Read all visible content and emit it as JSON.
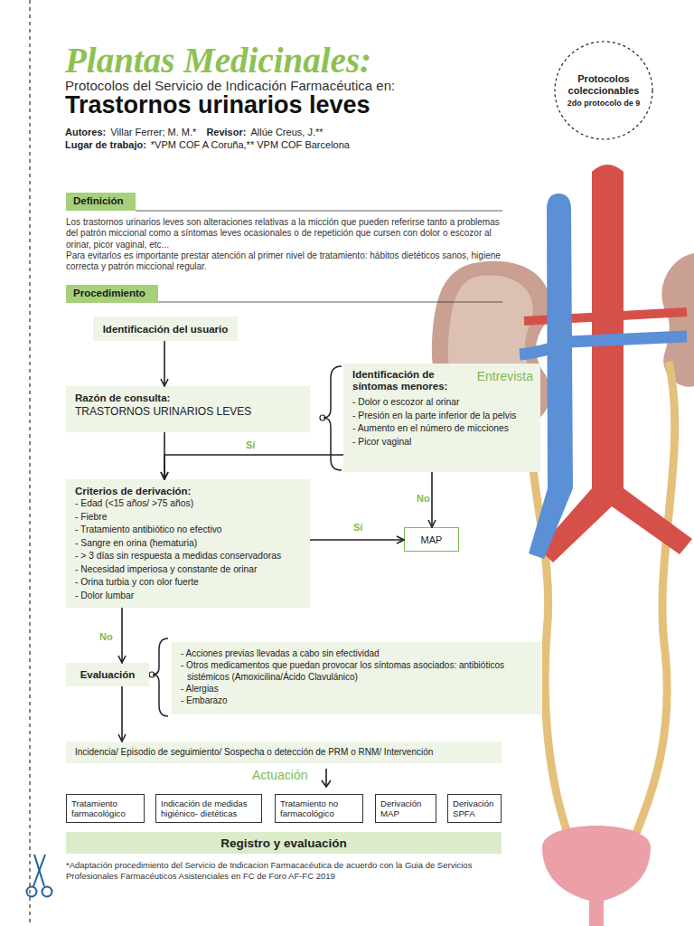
{
  "diagram": {
    "title": "Plantas Medicinales:",
    "caption": "*Adaptación procedimiento del Servicio de Indicacion Farmacacéutica de acuerdo con la Guia de Servicios Profesionales Farmacéuticos Asistenciales en FC de Foro AF-FC 2019",
    "nodes": [
      {
        "text": [
          "Protocolos coleccionables",
          "2do protocolo de 9"
        ]
      },
      {
        "text": [
          "Definición"
        ]
      },
      {
        "text": [
          "Procedimiento"
        ]
      },
      {
        "text": [
          "Identificación del usuario"
        ]
      },
      {
        "text": [
          "Razón de consulta:",
          "TRASTORNOS URINARIOS LEVES"
        ]
      },
      {
        "text": [
          "Entrevista",
          "Identificación de síntomas menores:",
          "- Dolor o escozor al orinar",
          "- Presión en la parte inferior de la pelvis",
          "- Aumento en el número de micciones",
          "- Picor vaginal"
        ]
      },
      {
        "text": [
          "Criterios de derivación:",
          "- Edad (<15 años/  >75 años)",
          "- Fiebre",
          "- Tratamiento antibiótico no efectivo",
          "- Sangre en orina (hematuria)",
          "- > 3 días sin respuesta a medidas conservadoras",
          "- Necesidad imperiosa y constante de orinar",
          "- Orina turbia y con olor fuerte",
          "- Dolor lumbar"
        ]
      },
      {
        "text": [
          "MAP"
        ]
      },
      {
        "text": [
          "Evaluación"
        ]
      },
      {
        "text": [
          "- Acciones previas llevadas a cabo sin efectividad",
          "- Otros medicamentos que puedan provocar los síntomas asociados: antibióticos sistémicos (Amoxicilina/Ácido Clavulánico)",
          "- Alergias",
          "- Embarazo"
        ]
      },
      {
        "text": [
          "Incidencia/ Episodio de seguimiento/ Sospecha o detección de PRM o RNM/ Intervención"
        ]
      },
      {
        "text": [
          "Tratamiento farmacológico"
        ]
      },
      {
        "text": [
          "Indicación de medidas higiénico- dietéticas"
        ]
      },
      {
        "text": [
          "Tratamiento no farmacológico"
        ]
      },
      {
        "text": [
          "Derivación MAP"
        ]
      },
      {
        "text": [
          "Derivación SPFA"
        ]
      },
      {
        "text": [
          "Registro y evaluación"
        ]
      }
    ],
    "edges": [
      {
        "from": 3,
        "to": 4,
        "arrow": "to"
      },
      {
        "from": 4,
        "to": 6,
        "arrow": "to"
      },
      {
        "from": 5,
        "to": 6,
        "label": "Sí",
        "arrow": "to"
      },
      {
        "from": 5,
        "to": 7,
        "label": "No",
        "arrow": "to"
      },
      {
        "from": 6,
        "to": 7,
        "label": "Sí",
        "arrow": "to"
      },
      {
        "from": 6,
        "to": 8,
        "label": "No",
        "arrow": "to"
      },
      {
        "from": 8,
        "to": 10,
        "arrow": "to"
      }
    ],
    "labels": [
      "Protocolos del Servicio de Indicación Farmacéutica en:",
      "Trastornos urinarios leves",
      "Autores:",
      "Villar Ferrer; M. M.*",
      "Revisor:",
      "Allúe Creus, J.**",
      "Lugar de trabajo:",
      "*VPM COF A Coruña,** VPM COF Barcelona",
      "Los trastornos urinarios leves son alteraciones relativas a la micción que pueden referirse tanto a problemas del patrón miccional como a síntomas leves ocasionales o de repetición que cursen con dolor o escozor al orinar, picor vaginal, etc...",
      "Para evitarlos es importante prestar atención al primer nivel de tratamiento: hábitos dietéticos sanos, higiene correcta y patrón miccional regular.",
      "Actuación"
    ]
  }
}
